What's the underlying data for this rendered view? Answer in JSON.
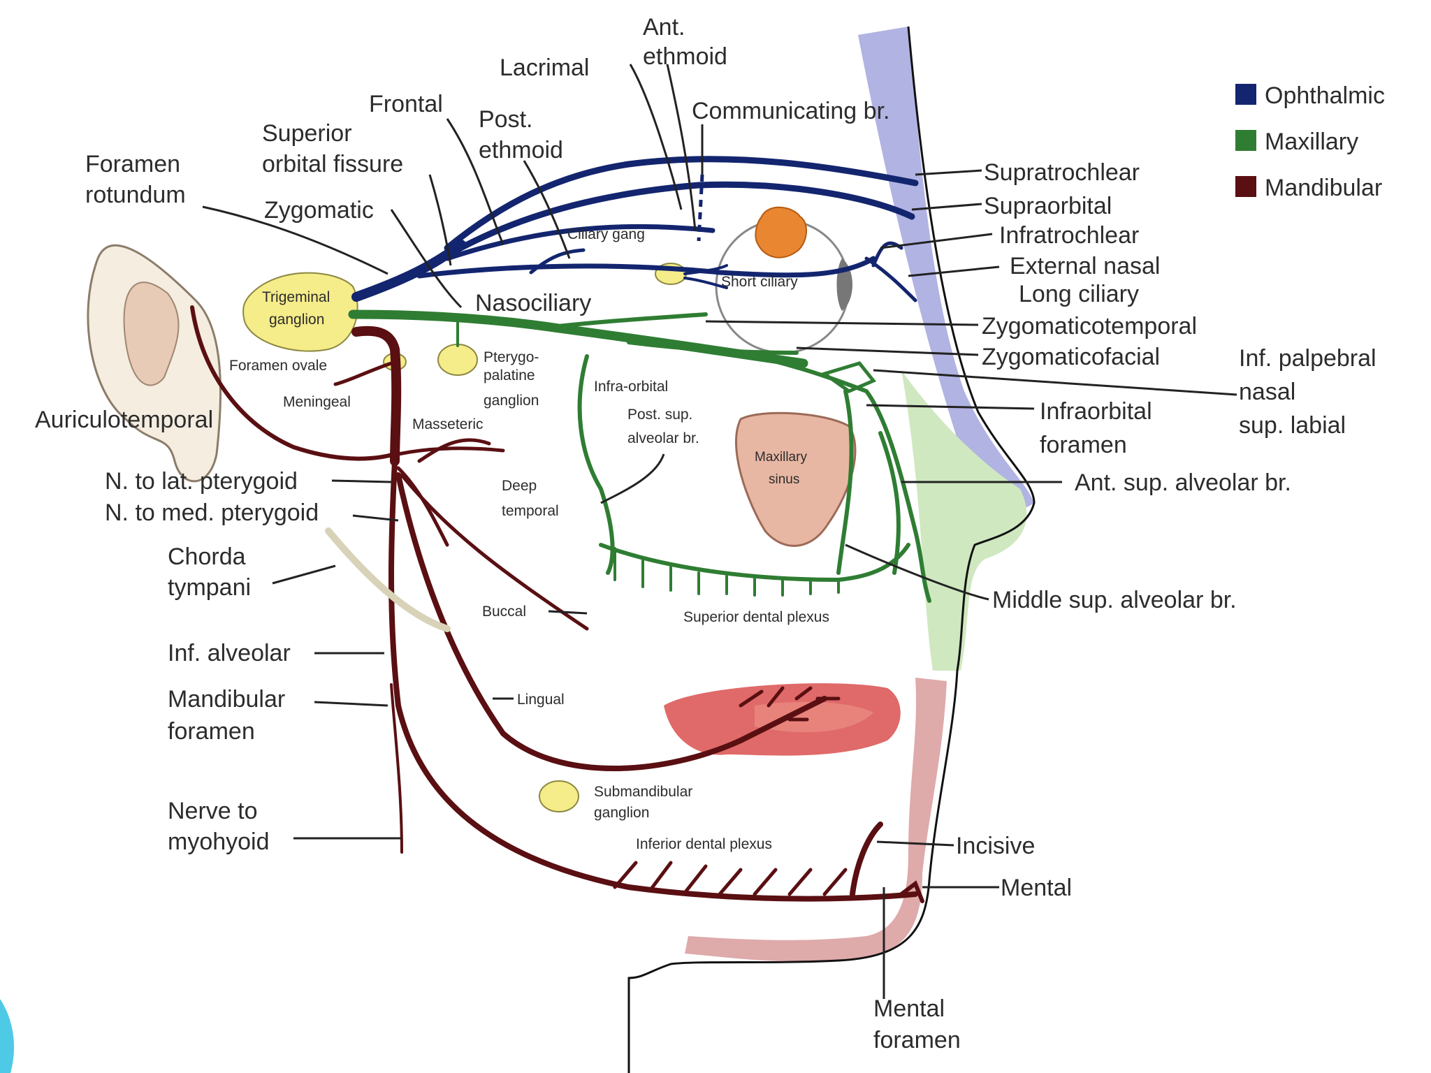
{
  "colors": {
    "ophthalmic": "#13256e",
    "maxillary": "#2f7d33",
    "mandibular": "#5a0f12",
    "ganglion": "#f5ec8a",
    "nasal_band": "#a9abe0",
    "face_green": "#cfe8c0",
    "lip_pink": "#d99b9b"
  },
  "legend": [
    {
      "label": "Ophthalmic",
      "color": "#13256e"
    },
    {
      "label": "Maxillary",
      "color": "#2f7d33"
    },
    {
      "label": "Mandibular",
      "color": "#5a0f12"
    }
  ],
  "labels": {
    "ant_ethmoid": [
      "Ant.",
      "ethmoid"
    ],
    "lacrimal": "Lacrimal",
    "communicating": "Communicating br.",
    "frontal": "Frontal",
    "post_ethmoid": [
      "Post.",
      "ethmoid"
    ],
    "superior_orbital": [
      "Superior",
      "orbital fissure"
    ],
    "foramen_rotundum": [
      "Foramen",
      "rotundum"
    ],
    "zygomatic": "Zygomatic",
    "ciliary_gang": "Ciliary gang",
    "short_ciliary": "Short ciliary",
    "trigeminal": [
      "Trigeminal",
      "ganglion"
    ],
    "nasociliary": "Nasociliary",
    "foramen_ovale": "Foramen ovale",
    "pterygopalatine": [
      "Pterygo-",
      "palatine",
      "ganglion"
    ],
    "infra_orbital": "Infra-orbital",
    "meningeal": "Meningeal",
    "auriculotemporal": "Auriculotemporal",
    "masseteric": "Masseteric",
    "post_sup_alveolar": [
      "Post. sup.",
      "alveolar br."
    ],
    "maxillary_sinus": [
      "Maxillary",
      "sinus"
    ],
    "n_lat_pterygoid": "N. to lat. pterygoid",
    "n_med_pterygoid": "N. to med. pterygoid",
    "deep_temporal": [
      "Deep",
      "temporal"
    ],
    "chorda_tympani": [
      "Chorda",
      "tympani"
    ],
    "buccal": "Buccal",
    "superior_dental_plexus": "Superior dental plexus",
    "inf_alveolar": "Inf. alveolar",
    "mandibular_foramen": [
      "Mandibular",
      "foramen"
    ],
    "lingual": "Lingual",
    "submandibular": [
      "Submandibular",
      "ganglion"
    ],
    "nerve_myohyoid": [
      "Nerve to",
      "myohyoid"
    ],
    "inferior_dental_plexus": "Inferior dental plexus",
    "supratrochlear": "Supratrochlear",
    "supraorbital": "Supraorbital",
    "infratrochlear": "Infratrochlear",
    "external_nasal": "External nasal",
    "long_ciliary": "Long ciliary",
    "zygomaticotemporal": "Zygomaticotemporal",
    "zygomaticofacial": "Zygomaticofacial",
    "inf_palpebral": [
      "Inf. palpebral",
      "nasal",
      "sup. labial"
    ],
    "infraorbital_foramen": [
      "Infraorbital",
      "foramen"
    ],
    "ant_sup_alveolar": "Ant. sup. alveolar br.",
    "middle_sup_alveolar": "Middle sup. alveolar br.",
    "incisive": "Incisive",
    "mental": "Mental",
    "mental_foramen": [
      "Mental",
      "foramen"
    ]
  }
}
